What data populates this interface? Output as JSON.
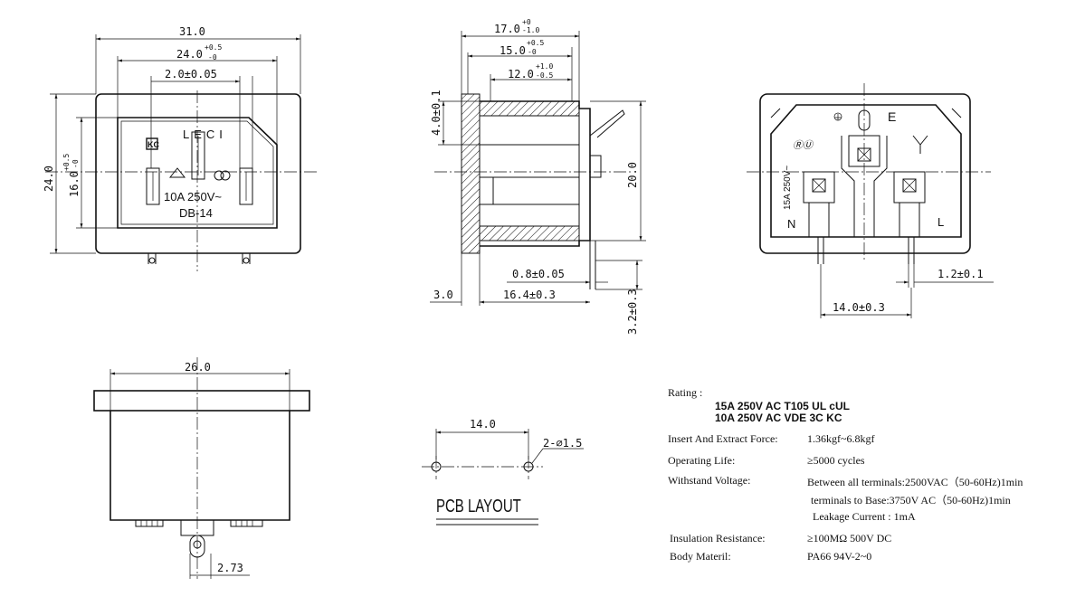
{
  "views": {
    "front": {
      "dim_width": "31.0",
      "dim_inner_base": "24.0",
      "dim_inner_tol_upper": "+0.5",
      "dim_inner_tol_lower": "-0",
      "dim_pin": "2.0±0.05",
      "dim_height": "24.0",
      "dim_inner_height_base": "16.0",
      "dim_inner_height_tol_upper": "+0.5",
      "dim_inner_height_tol_lower": "-0",
      "brand": "LECI",
      "rating_line": "10A 250V~",
      "model": "DB-14"
    },
    "side": {
      "dim_1_base": "17.0",
      "dim_1_tol_upper": "+0",
      "dim_1_tol_lower": "-1.0",
      "dim_2_base": "15.0",
      "dim_2_tol_upper": "+0.5",
      "dim_2_tol_lower": "-0",
      "dim_3_base": "12.0",
      "dim_3_tol_upper": "+1.0",
      "dim_3_tol_lower": "-0.5",
      "dim_4": "4.0±0.1",
      "dim_height": "20.0",
      "dim_thickness": "0.8±0.05",
      "dim_left": "3.0",
      "dim_length": "16.4±0.3",
      "dim_pin": "3.2±0.3"
    },
    "back": {
      "earth_label": "E",
      "neutral_label": "N",
      "live_label": "L",
      "rating_vertical": "15A 250V~",
      "dim_pin_width": "1.2±0.1",
      "dim_pin_spacing": "14.0±0.3"
    },
    "bottom": {
      "dim_width": "26.0",
      "dim_offset": "2.73"
    },
    "pcb": {
      "dim_spacing": "14.0",
      "dim_holes": "2-∅1.5",
      "title": "PCB LAYOUT"
    }
  },
  "specs": {
    "rating_label": "Rating :",
    "rating_row1": "15A 250V AC   T105   UL    cUL",
    "rating_row2": "10A 250V AC   VDE   3C    KC",
    "insert_label": "Insert And Extract Force:",
    "insert_value": "1.36kgf~6.8kgf",
    "life_label": "Operating Life:",
    "life_value": "≥5000  cycles",
    "withstand_label": "Withstand Voltage:",
    "withstand_value1": "Between all terminals:2500VAC（50-60Hz)1min",
    "withstand_value2": "terminals to Base:3750V AC（50-60Hz)1min",
    "withstand_value3": "Leakage Current :  1mA",
    "insulation_label": "Insulation Resistance:",
    "insulation_value": "≥100MΩ   500V DC",
    "body_label": "Body Materil:",
    "body_value": "PA66    94V-2~0"
  }
}
